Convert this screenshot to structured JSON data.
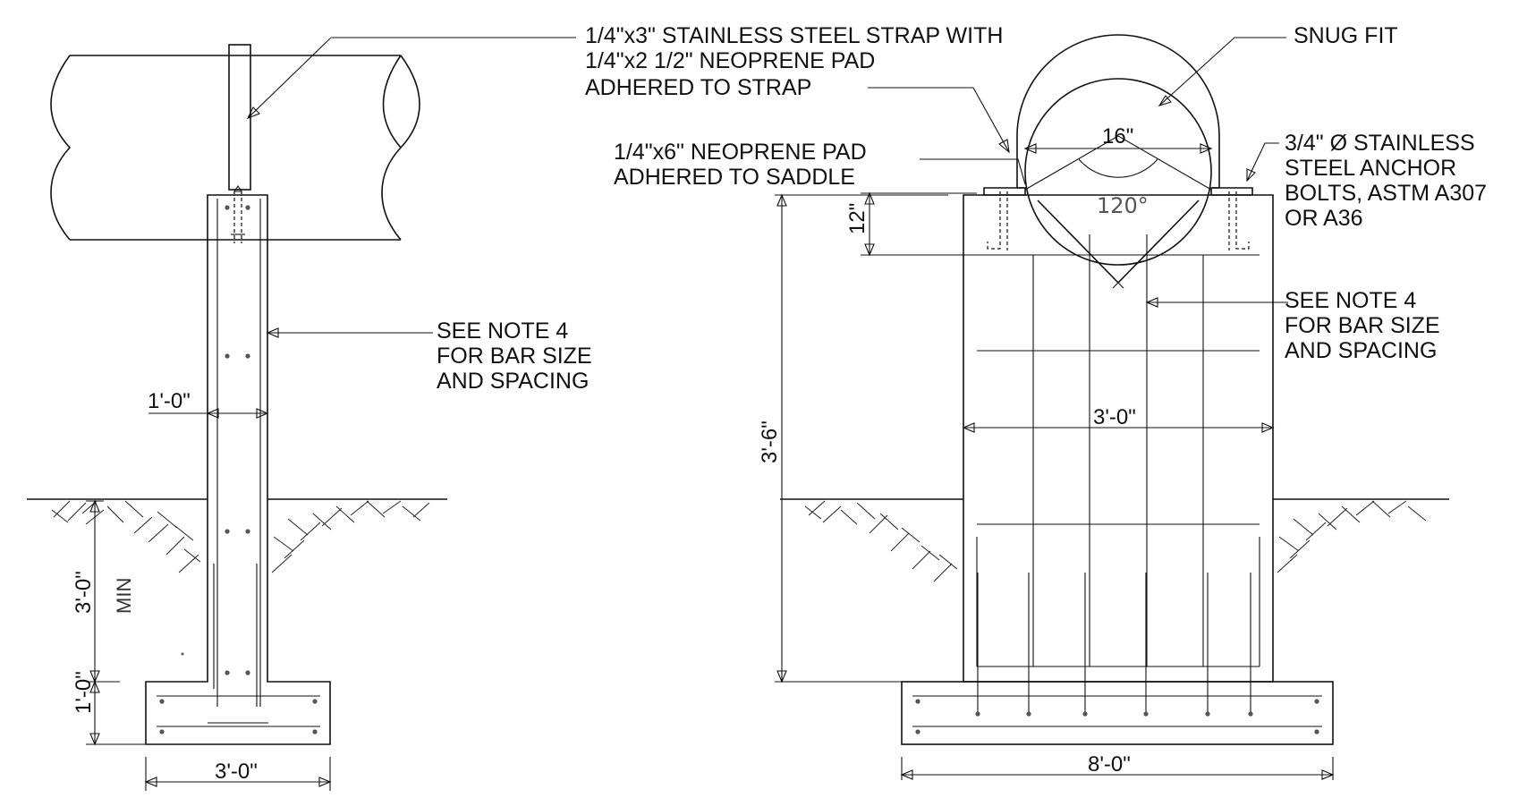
{
  "labels": {
    "strap": [
      "1/4\"x3\" STAINLESS STEEL STRAP WITH",
      "1/4\"x2 1/2\" NEOPRENE PAD",
      "ADHERED TO STRAP"
    ],
    "snug_fit": "SNUG FIT",
    "neoprene_pad": [
      "1/4\"x6\" NEOPRENE PAD",
      "ADHERED TO SADDLE"
    ],
    "anchor_bolts": [
      "3/4\" Ø STAINLESS",
      "STEEL ANCHOR",
      "BOLTS, ASTM A307",
      "OR A36"
    ],
    "see_note_left": [
      "SEE NOTE 4",
      "FOR BAR SIZE",
      "AND SPACING"
    ],
    "see_note_right": [
      "SEE NOTE 4",
      "FOR BAR SIZE",
      "AND SPACING"
    ],
    "min": "MIN"
  },
  "dimensions": {
    "wall_width": "1'-0\"",
    "embed_depth": "3'-0\"",
    "footing_thickness": "1'-0\"",
    "footing_width_left": "3'-0\"",
    "pipe_diameter": "16\"",
    "saddle_angle": "120°",
    "saddle_depth": "12\"",
    "pier_height": "3'-6\"",
    "pier_width": "3'-0\"",
    "footing_width_right": "8'-0\""
  }
}
